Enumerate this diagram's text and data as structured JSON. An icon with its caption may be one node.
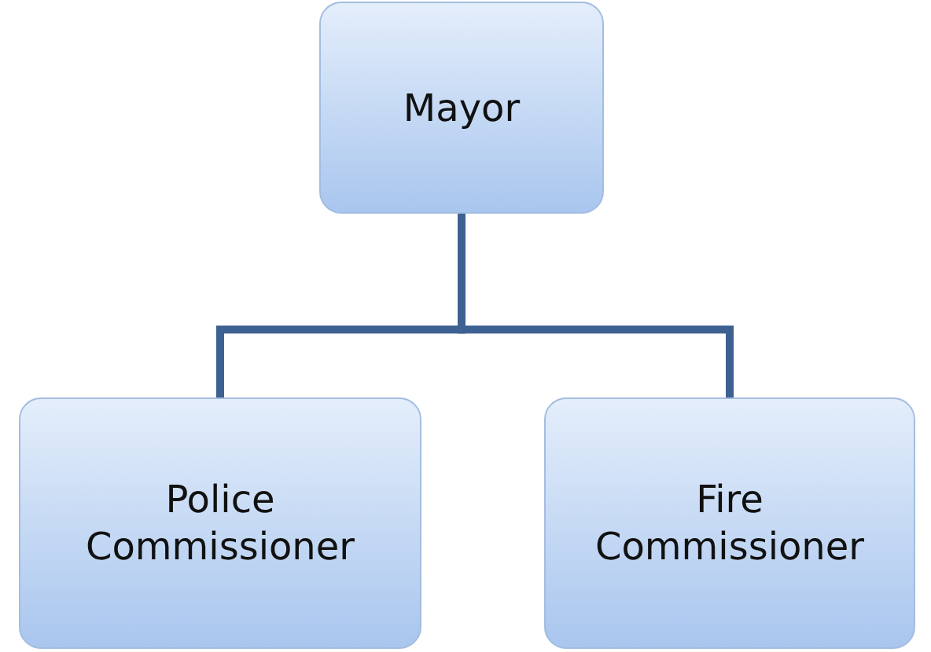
{
  "diagram": {
    "nodes": [
      {
        "text": [
          "Mayor"
        ]
      },
      {
        "text": [
          "Police Commissioner"
        ]
      },
      {
        "text": [
          "Fire Commissioner"
        ]
      }
    ],
    "edges": [
      {
        "from": 0,
        "to": 1,
        "arrow": "none"
      },
      {
        "from": 0,
        "to": 2,
        "arrow": "none"
      }
    ]
  }
}
